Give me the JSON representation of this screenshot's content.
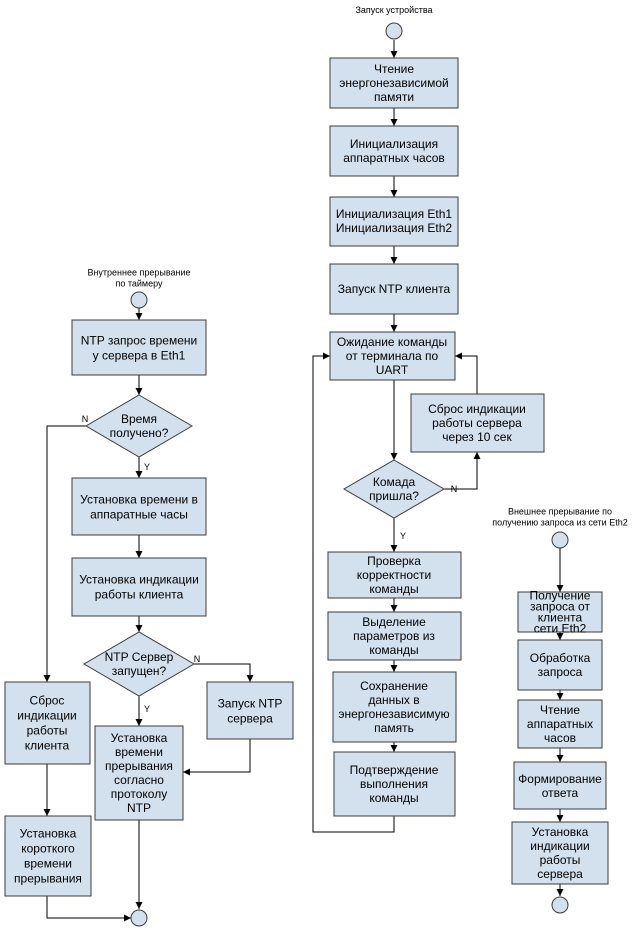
{
  "captions": {
    "start": "Запуск устройства",
    "timer": "Внутреннее прерывание\nпо таймеру",
    "ext": "Внешнее прерывание по\nполучению запроса из сети Eth2"
  },
  "nodes": {
    "s1": "Чтение\nэнергонезависимой\nпамяти",
    "s2": "Инициализация\nаппаратных часов",
    "s3": "Инициализация Eth1\nИнициализация Eth2",
    "s4": "Запуск NTP клиента",
    "s5": "Ожидание команды\nот терминала по\nUART",
    "s6": "Сброс индикации\nработы сервера\nчерез 10 сек",
    "d2": "Комада\nпришла?",
    "s7": "Проверка\nкорректности\nкоманды",
    "s8": "Выделение\nпараметров из\nкоманды",
    "s9": "Сохранение\nданных в\nэнергонезависимую\nпамять",
    "s10": "Подтверждение\nвыполнения\nкоманды",
    "t1": "NTP запрос времени\nу сервера в Eth1",
    "d1": "Время\nполучено?",
    "t2": "Установка времени в\nаппаратные часы",
    "t3": "Установка индикации\nработы клиента",
    "d3": "NTP Сервер\nзапущен?",
    "t4": "Запуск NTP\nсервера",
    "t5": "Установка\nвремени\nпрерывания\nсогласно\nпротоколу\nNTP",
    "t6": "Сброс\nиндикации\nработы\nклиента",
    "t7": "Установка\nкороткого\nвремени\nпрерывания",
    "e1": "Получение\nзапроса от\nклиента\nсети Eth2",
    "e2": "Обработка\nзапроса",
    "e3": "Чтение\nаппаратных\nчасов",
    "e4": "Формирование\nответа",
    "e5": "Установка\nиндикации\nработы\nсервера"
  },
  "flags": {
    "d1_no": "N",
    "d1_yes": "Y",
    "d2_no": "N",
    "d2_yes": "Y",
    "d3_no": "N",
    "d3_yes": "Y"
  }
}
